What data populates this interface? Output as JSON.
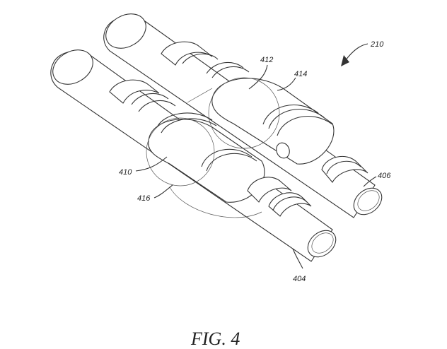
{
  "figure": {
    "caption": "FIG. 4",
    "ref_labels": {
      "assembly": "210",
      "part_412": "412",
      "part_414": "414",
      "part_410": "410",
      "part_416": "416",
      "part_406": "406",
      "part_404": "404"
    }
  }
}
